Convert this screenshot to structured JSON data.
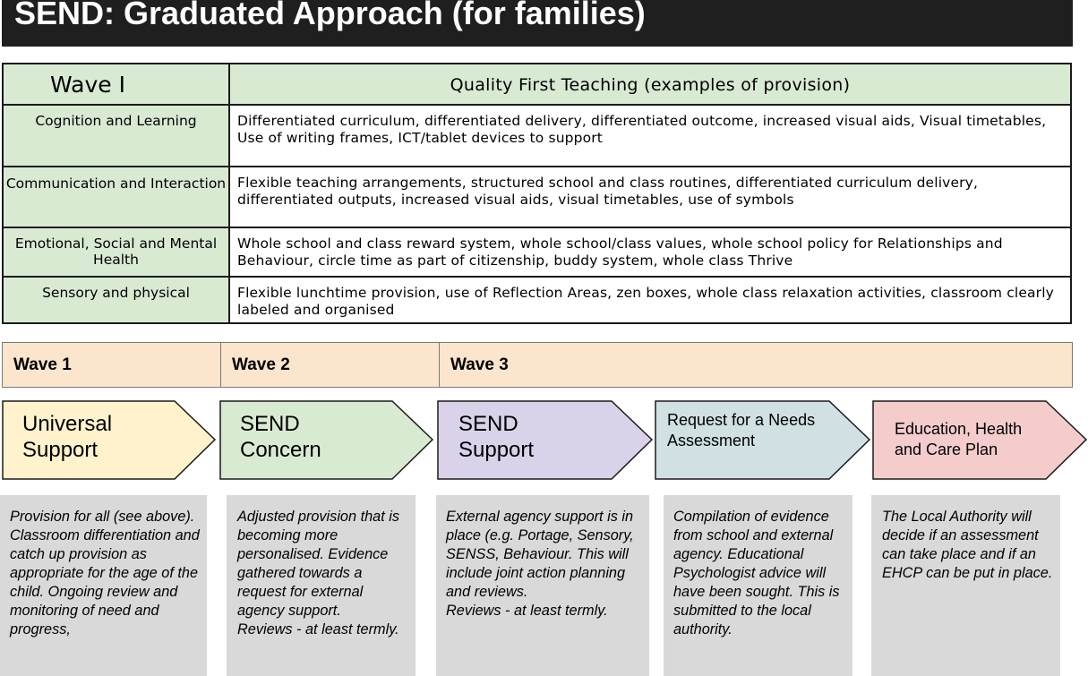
{
  "page_title": "SEND: Graduated Approach (for families)",
  "wave1_table": {
    "wave_label": "Wave I",
    "heading": "Quality First Teaching (examples of provision)",
    "rows": [
      {
        "category": "Cognition and Learning",
        "provision": "Differentiated curriculum, differentiated delivery, differentiated outcome, increased visual aids, Visual timetables, Use of writing frames, ICT/tablet devices to support"
      },
      {
        "category": "Communication and Interaction",
        "provision": "Flexible teaching arrangements, structured school and class routines, differentiated curriculum delivery, differentiated outputs, increased visual aids, visual timetables, use of symbols"
      },
      {
        "category": "Emotional, Social and Mental Health",
        "provision": "Whole school and class reward system, whole school/class values, whole school policy for Relationships and Behaviour, circle time as part of citizenship, buddy system,  whole class Thrive"
      },
      {
        "category": "Sensory and physical",
        "provision": "Flexible lunchtime provision, use of Reflection Areas, zen boxes, whole class relaxation activities, classroom clearly labeled and organised"
      }
    ]
  },
  "wave_headers": [
    "Wave 1",
    "Wave 2",
    "Wave 3"
  ],
  "stages": [
    {
      "label": "Universal Support",
      "color": "#fff2cc",
      "description": "Provision for all (see above). Classroom differentiation and catch up provision as appropriate for the age of the child. Ongoing review and monitoring of need and progress,"
    },
    {
      "label": "SEND Concern",
      "color": "#d9ead3",
      "description": "Adjusted provision that is becoming more personalised. Evidence gathered towards a request for external agency support.\nReviews - at least termly."
    },
    {
      "label": "SEND Support",
      "color": "#d9d2e9",
      "description": "External agency support is in place (e.g. Portage, Sensory, SENSS, Behaviour. This will include joint action planning and reviews.\nReviews - at least termly."
    },
    {
      "label": "Request for a Needs Assessment",
      "color": "#d0e0e3",
      "description": "Compilation of evidence from school and external agency. Educational Psychologist advice will have been sought. This is submitted to the local authority."
    },
    {
      "label": "Education, Health and Care Plan",
      "color": "#f4cccc",
      "description": "The Local Authority will decide if an assessment can take place and if an EHCP can be put in place."
    }
  ]
}
